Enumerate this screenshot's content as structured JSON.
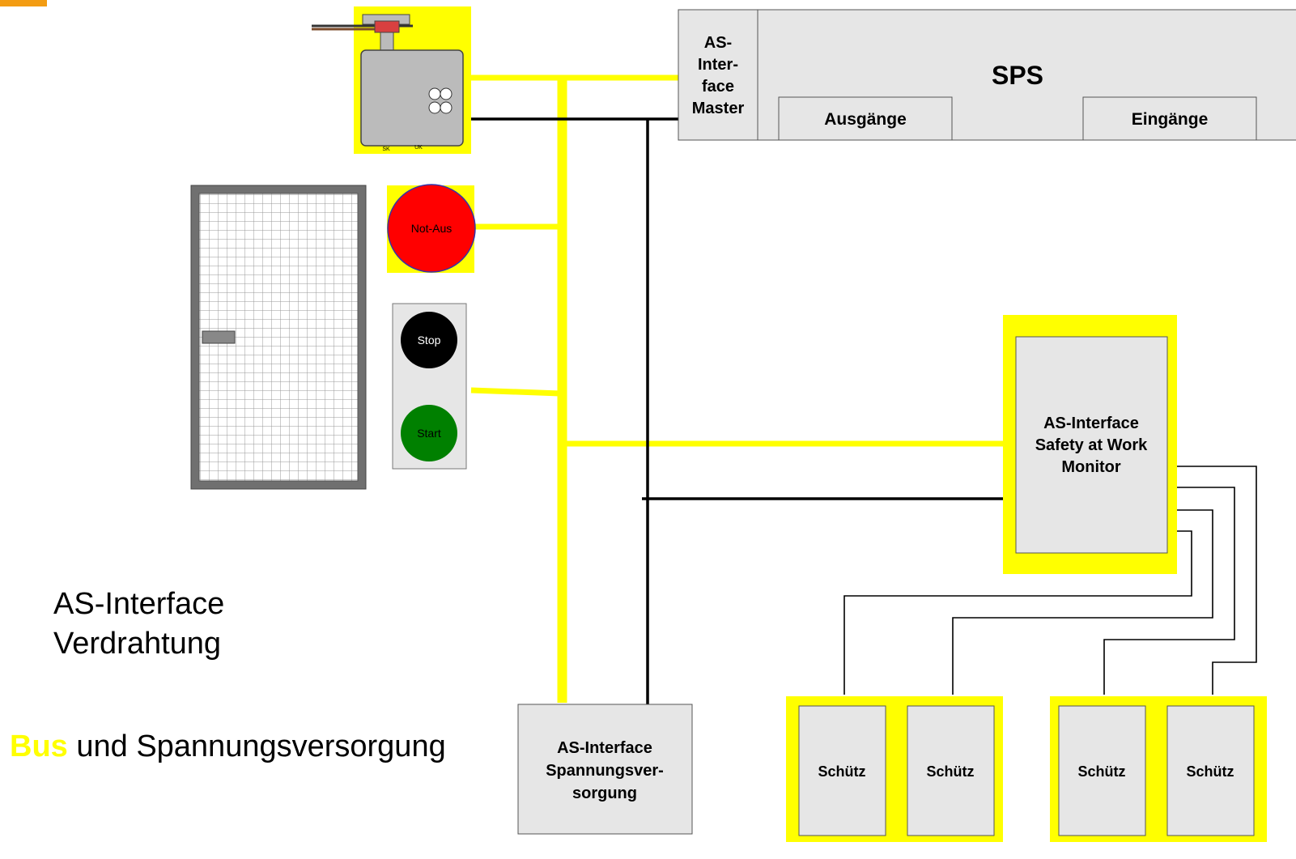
{
  "sps": {
    "title": "SPS",
    "outputs": "Ausgänge",
    "inputs": "Eingänge"
  },
  "master": {
    "lines": [
      "AS-",
      "Inter-",
      "face",
      "Master"
    ]
  },
  "switch_box": {
    "label_left": "SK",
    "label_right": "UK"
  },
  "estop": {
    "label": "Not-Aus"
  },
  "control": {
    "stop": "Stop",
    "start": "Start"
  },
  "monitor": {
    "lines": [
      "AS-Interface",
      "Safety at Work",
      "Monitor"
    ]
  },
  "power_supply": {
    "lines": [
      "AS-Interface",
      "Spannungsver-",
      "sorgung"
    ]
  },
  "contactors": [
    "Schütz",
    "Schütz",
    "Schütz",
    "Schütz"
  ],
  "caption": {
    "line1": "AS-Interface",
    "line2": "Verdrahtung"
  },
  "legend": {
    "bus": "Bus",
    "rest": " und Spannungsversorgung"
  },
  "colors": {
    "bus": "#ffff00",
    "power": "#000000",
    "estop": "#ff0000",
    "stop": "#000000",
    "start": "#008000",
    "accent": "#f39c12",
    "box": "#e6e6e6"
  }
}
